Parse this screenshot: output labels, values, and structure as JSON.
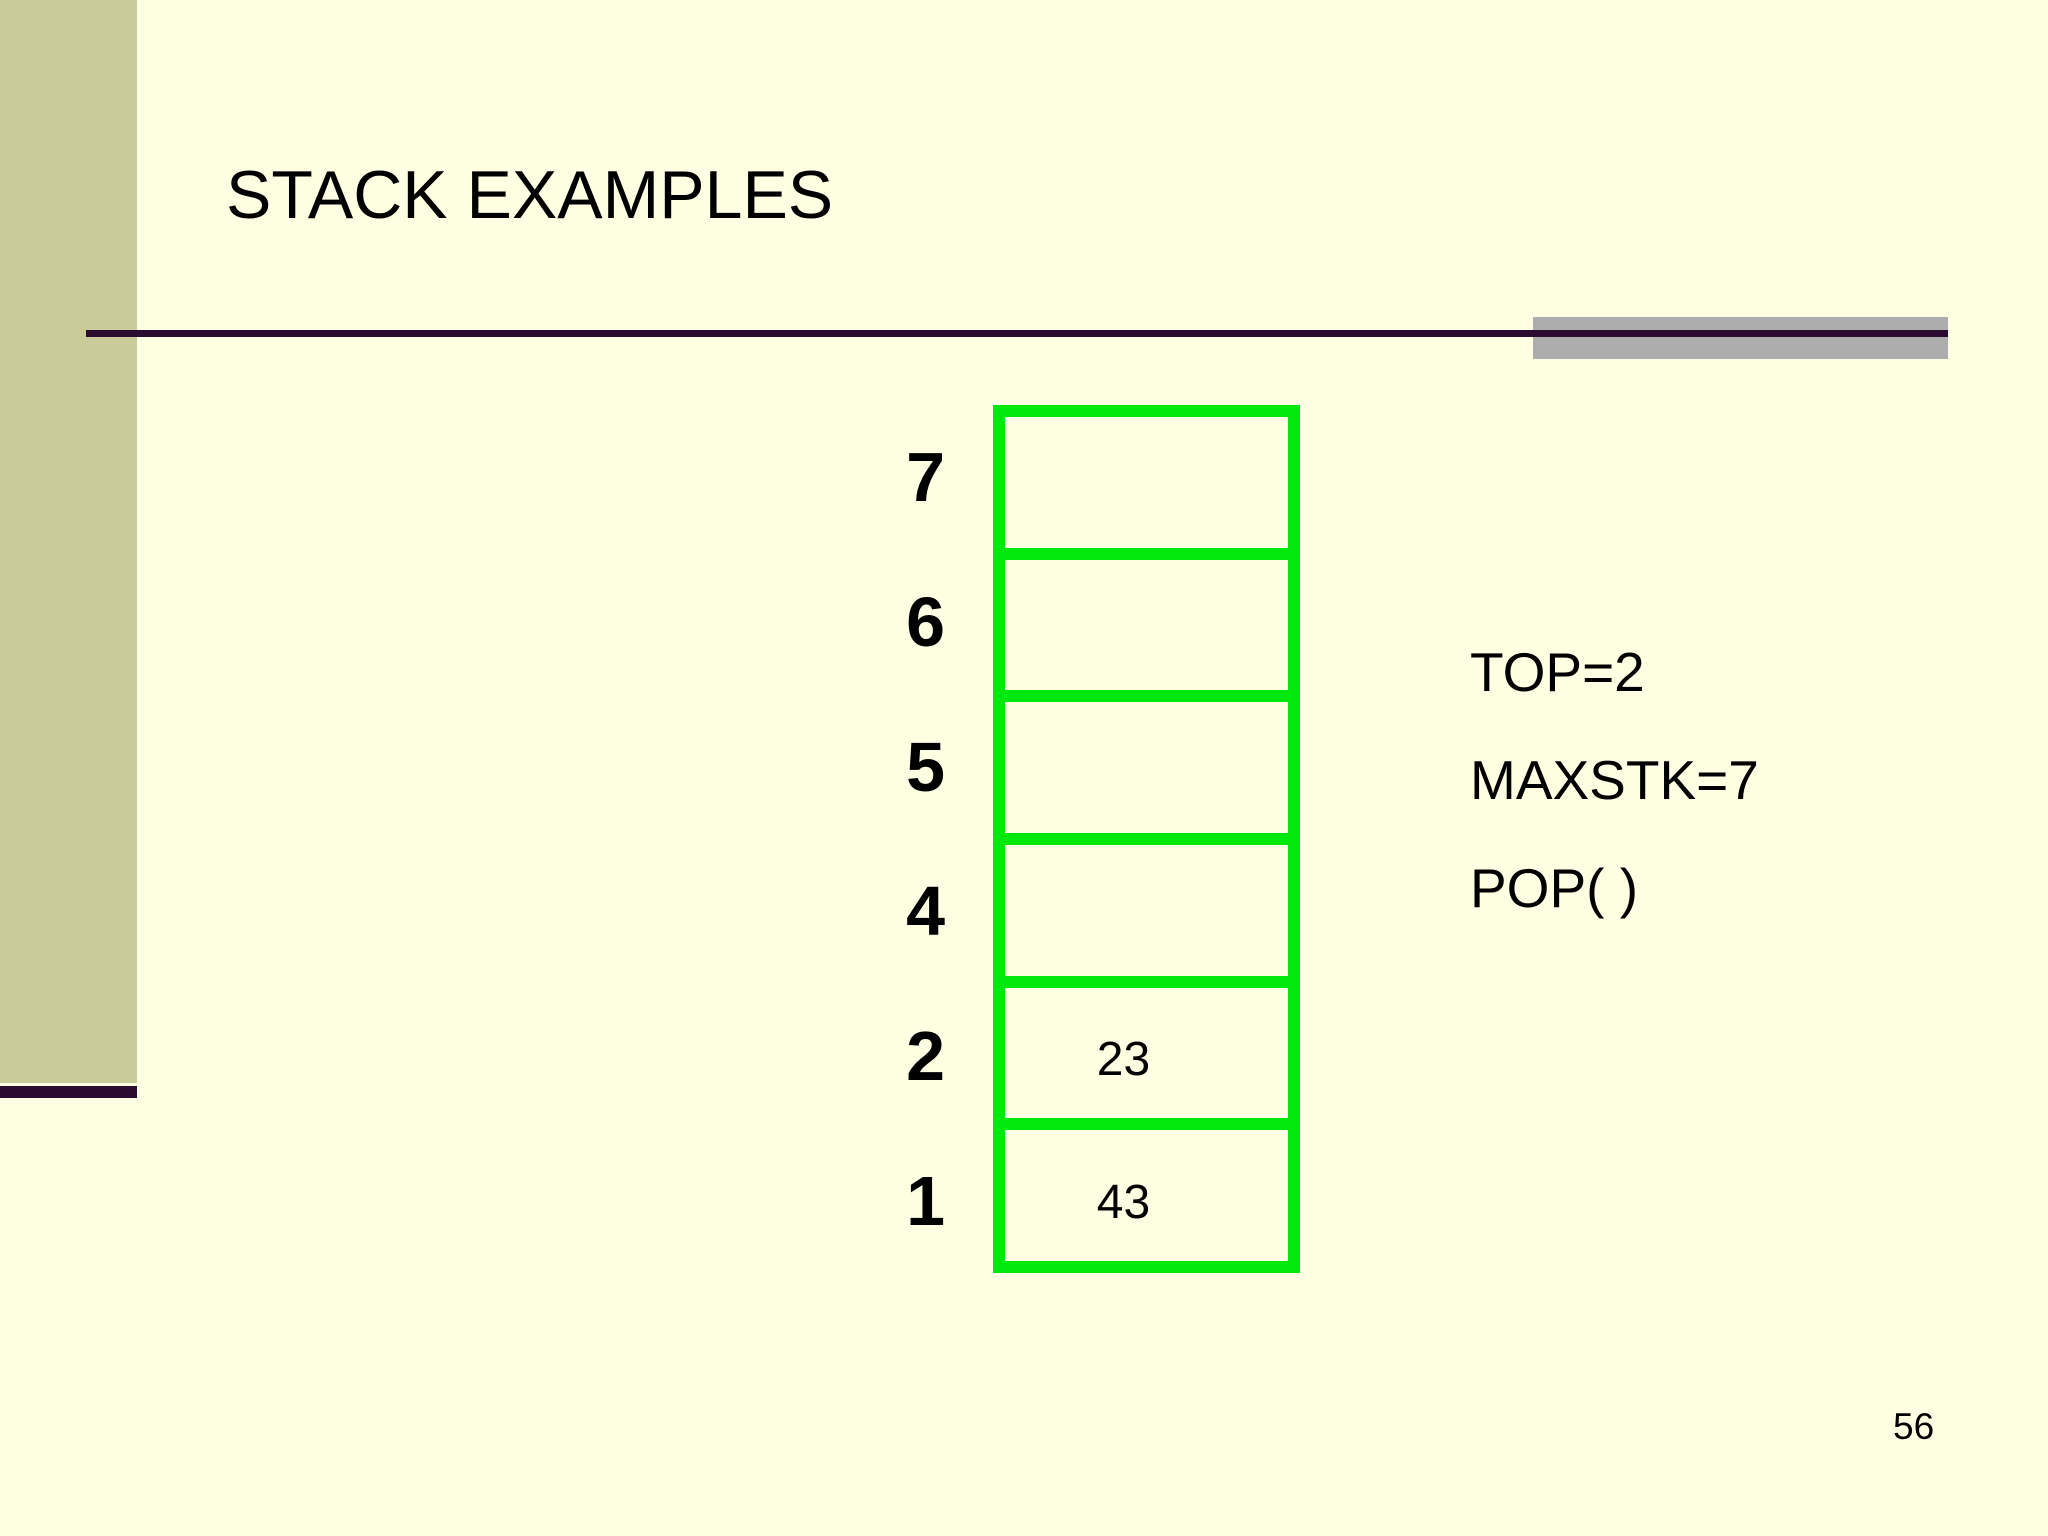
{
  "slide": {
    "title": "STACK EXAMPLES",
    "page_number": "56"
  },
  "stack": {
    "rows": [
      {
        "label": "7",
        "value": ""
      },
      {
        "label": "6",
        "value": ""
      },
      {
        "label": "5",
        "value": ""
      },
      {
        "label": "4",
        "value": ""
      },
      {
        "label": "2",
        "value": "23"
      },
      {
        "label": "1",
        "value": "43"
      }
    ]
  },
  "info": {
    "top": "TOP=2",
    "maxstk": "MAXSTK=7",
    "pop": "POP( )"
  },
  "colors": {
    "background": "#FEFEE3",
    "sidebar": "#C9CC99",
    "line": "#2B0B30",
    "gray_bar": "#ADADAD",
    "stack_border": "#00E80C",
    "text": "#000000"
  }
}
